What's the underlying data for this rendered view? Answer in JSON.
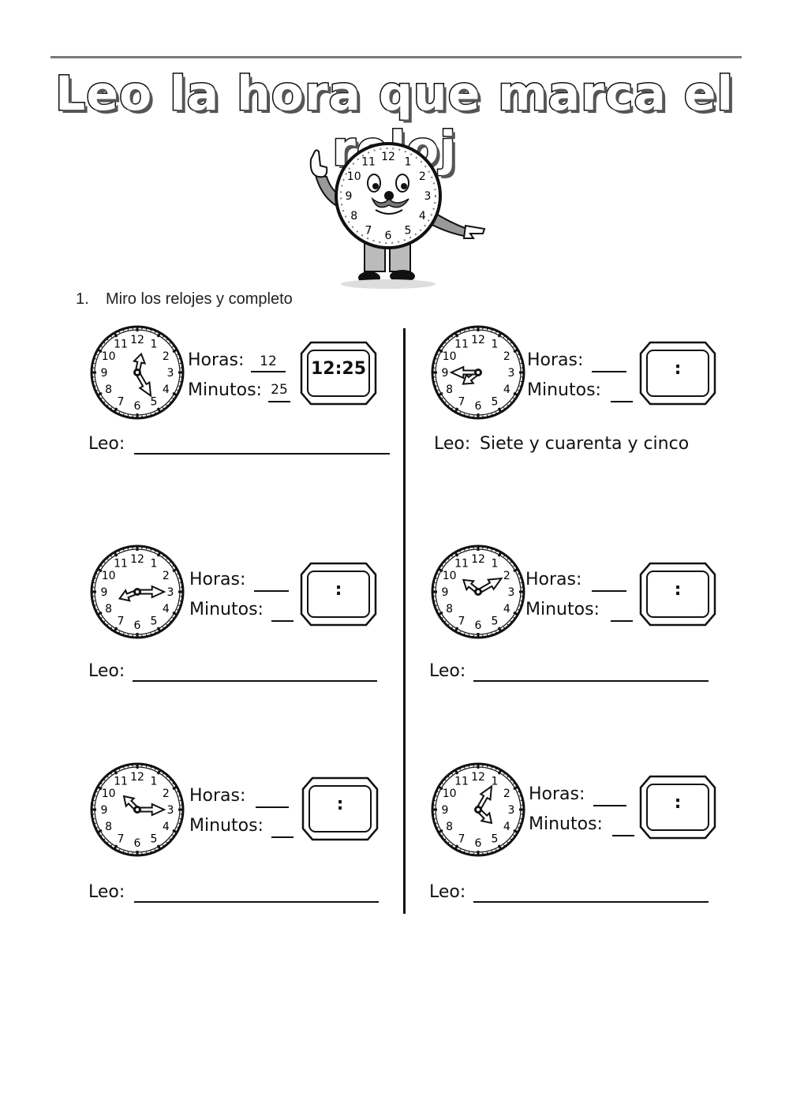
{
  "title": "Leo la hora que marca el reloj",
  "mascot": {
    "numbers": [
      "12",
      "1",
      "2",
      "3",
      "4",
      "5",
      "6",
      "7",
      "8",
      "9",
      "10",
      "11"
    ]
  },
  "instruction": {
    "number": "1.",
    "text": "Miro los relojes y completo"
  },
  "labels": {
    "hours": "Horas:",
    "minutes": "Minutos:",
    "leo": "Leo:"
  },
  "clock_numbers": [
    "12",
    "1",
    "2",
    "3",
    "4",
    "5",
    "6",
    "7",
    "8",
    "9",
    "10",
    "11"
  ],
  "exercises": [
    {
      "hour_hand": 12.4,
      "minute_hand": 25,
      "hours_answer": "12",
      "minutes_answer": "25",
      "digital": "12:25",
      "leo_answer": ""
    },
    {
      "hour_hand": 7.75,
      "minute_hand": 45,
      "hours_answer": "",
      "minutes_answer": "",
      "digital": ":",
      "leo_answer": "Siete y cuarenta y cinco"
    },
    {
      "hour_hand": 8.3,
      "minute_hand": 15,
      "hours_answer": "",
      "minutes_answer": "",
      "digital": ":",
      "leo_answer": ""
    },
    {
      "hour_hand": 10.3,
      "minute_hand": 10,
      "hours_answer": "",
      "minutes_answer": "",
      "digital": ":",
      "leo_answer": ""
    },
    {
      "hour_hand": 10.5,
      "minute_hand": 15,
      "hours_answer": "",
      "minutes_answer": "",
      "digital": ":",
      "leo_answer": ""
    },
    {
      "hour_hand": 4.5,
      "minute_hand": 5,
      "hours_answer": "",
      "minutes_answer": "",
      "digital": ":",
      "leo_answer": ""
    }
  ]
}
